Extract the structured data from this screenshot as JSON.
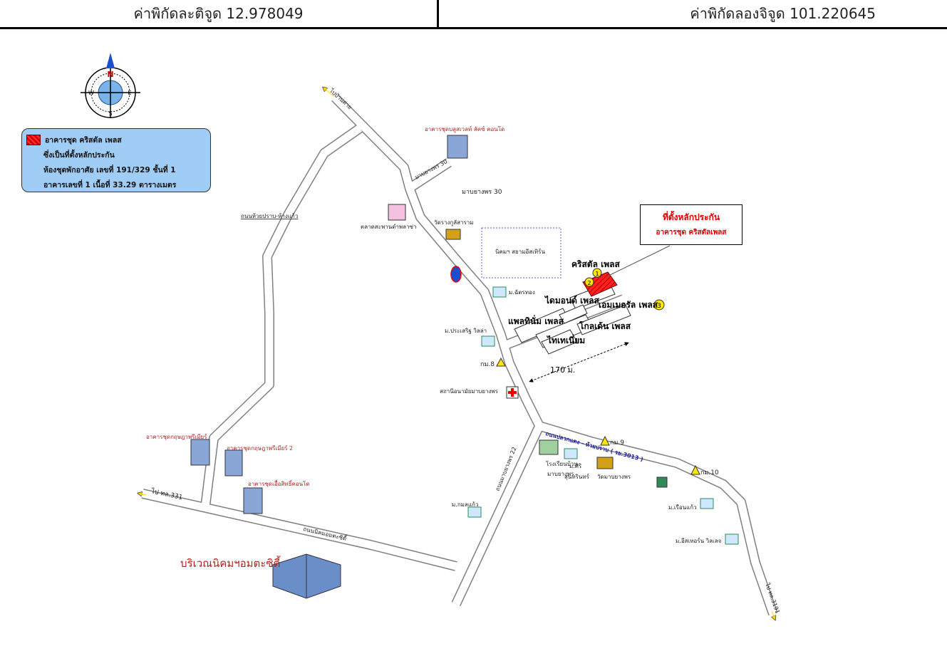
{
  "header": {
    "latitude": "ค่าพิกัดละติจูด 12.978049",
    "longitude": "ค่าพิกัดลองจิจูด 101.220645"
  },
  "compass": {
    "n": "N",
    "s": "S",
    "e": "E",
    "w": "W"
  },
  "legend": {
    "line1": "อาคารชุด คริสตัล เพลส",
    "line2": "ซึ่งเป็นที่ตั้งหลักประกัน",
    "line3": "ห้องชุดพักอาศัย เลขที่ 191/329 ชั้นที่ 1",
    "line4": "อาคารเลขที่ 1 เนื้อที่ 33.29 ตารางเมตร"
  },
  "callout": {
    "line1": "ที่ตั้งหลักประกัน",
    "line2": "อาคารชุด คริสตัลเพลส"
  },
  "roads": {
    "to_north": "ไปบ้านค่าย",
    "mabyang30_vertical": "มาบยางพร 30",
    "mabyang30": "มาบยางพร 30",
    "huaypong": "ถนนห้วยปราบ-ห้างแก้ว",
    "plaukdaeng": "ถนนปลวกแดง - ห้วยปราบ ( รย.3013 )",
    "mabyang22": "ถนนมาบยางพร 22",
    "to_331": "ไป ทล.331",
    "amata": "ถนนนิคมอมตะซิตี้",
    "to_3191": "ไป ทล.3191"
  },
  "buildings": {
    "crystal": "คริสตัล เพลส",
    "diamond": "ไดมอนด์ เพลส",
    "emerald": "เอมเมอรัล เพลส",
    "platinum": "แพลทินั่ม เพลส",
    "golden": "โกลเด้น เพลส",
    "titanium": "ไทเทเนี่ยม"
  },
  "markers": {
    "m1": "1",
    "m2": "2",
    "m3": "3"
  },
  "distance": "170 ม.",
  "places": {
    "condo_top": "อาคารชุดบลูสเวลท์ ลัคซ์ คอนโด",
    "market": "ตลาดสะพานดำพลาซ่า",
    "wat_rang": "วัดรางกูลัสาราม",
    "industrial": "นิคมฯ สยามอีสเทิร์น",
    "m_chatsong": "ม.ฉัตรทอง",
    "m_prasert": "ม.ประเสริฐ วิลล่า",
    "km8": "กม.8",
    "health": "สถานีอนามัยมาบยางพร",
    "km9": "กม.9",
    "school": "โรงเรียนบ้าน",
    "school2": "มาบยางพร",
    "m_siri": "ม.ศิริ",
    "m_siri2": "สุนทรินทร์",
    "wat_mab": "วัดมาบยางพร",
    "km10": "กม.10",
    "m_ruenkaew": "ม.เรือนแก้ว",
    "m_eastern": "ม.อีสเทอร์น วิลเลจ",
    "m_kamonkaew": "ม.กมลแก้ว",
    "condo_a": "อาคารชุดกฤษฎาพรีเมียร์",
    "condo_b": "อาคารชุดกฤษฎาพรีเมียร์ 2",
    "condo_c": "อาคารชุดเอื้อสิทธิ์คอนโด",
    "amata_area": "บริเวณนิคมฯอมตะซิตี้"
  },
  "colors": {
    "road": "#808080",
    "label_red": "#b22222",
    "legend_bg": "#9fcdf5",
    "highlight": "#e00000"
  }
}
